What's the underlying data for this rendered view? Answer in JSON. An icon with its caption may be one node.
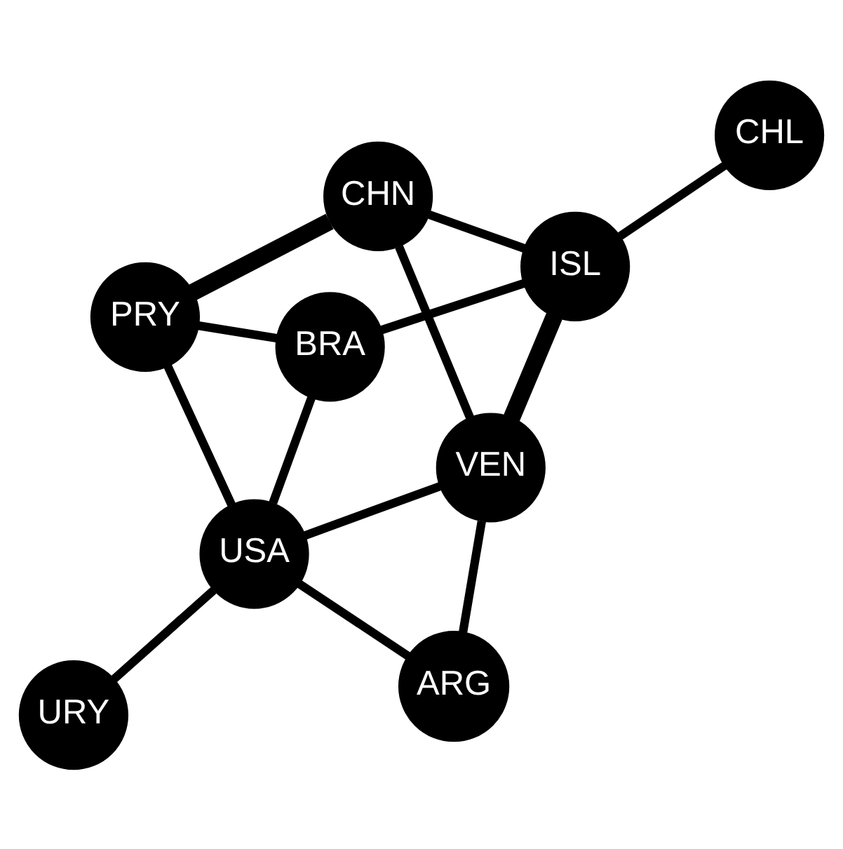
{
  "diagram": {
    "nodes": [
      {
        "text": [
          "URY"
        ]
      },
      {
        "text": [
          "BRA"
        ]
      },
      {
        "text": [
          "USA"
        ]
      },
      {
        "text": [
          "PRY"
        ]
      },
      {
        "text": [
          "ISL"
        ]
      },
      {
        "text": [
          "CHL"
        ]
      },
      {
        "text": [
          "ARG"
        ]
      },
      {
        "text": [
          "VEN"
        ]
      },
      {
        "text": [
          "CHN"
        ]
      }
    ],
    "edges": [
      {
        "from": 0,
        "to": 2,
        "arrow": "none"
      },
      {
        "from": 2,
        "to": 1,
        "arrow": "none"
      },
      {
        "from": 2,
        "to": 3,
        "arrow": "none"
      },
      {
        "from": 1,
        "to": 3,
        "arrow": "none"
      },
      {
        "from": 1,
        "to": 4,
        "arrow": "none"
      },
      {
        "from": 2,
        "to": 6,
        "arrow": "none"
      },
      {
        "from": 2,
        "to": 7,
        "arrow": "none"
      },
      {
        "from": 3,
        "to": 8,
        "arrow": "none",
        "style": "thick"
      },
      {
        "from": 4,
        "to": 7,
        "arrow": "none",
        "style": "thick"
      },
      {
        "from": 4,
        "to": 8,
        "arrow": "none"
      },
      {
        "from": 4,
        "to": 5,
        "arrow": "none"
      },
      {
        "from": 6,
        "to": 7,
        "arrow": "none"
      },
      {
        "from": 7,
        "to": 8,
        "arrow": "none"
      }
    ]
  }
}
